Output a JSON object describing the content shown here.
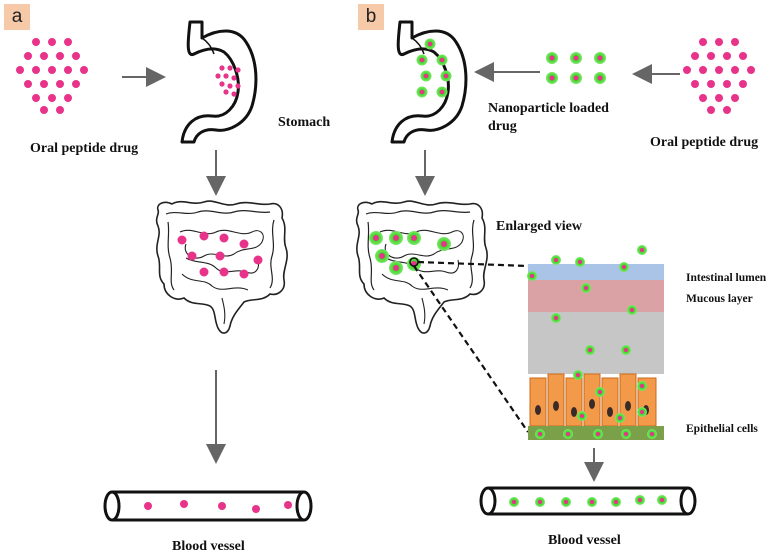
{
  "panels": {
    "a": {
      "tag": "a",
      "drug_label": "Oral peptide drug",
      "stomach_label": "Stomach",
      "vessel_label": "Blood vessel"
    },
    "b": {
      "tag": "b",
      "nanoparticle_label_line1": "Nanoparticle  loaded",
      "nanoparticle_label_line2": "drug",
      "drug_label": "Oral peptide drug",
      "enlarged_label": "Enlarged view",
      "layers": {
        "lumen": "Intestinal lumen",
        "mucous": "Mucous layer",
        "epithelial": "Epithelial cells"
      },
      "vessel_label": "Blood vessel"
    }
  },
  "colors": {
    "drug": "#e8338a",
    "nanoparticle": "#44d62c",
    "lumen": "#a9c4e6",
    "mucous": "#dba2a6",
    "middle": "#c6c6c6",
    "epithelial": "#f29a4a",
    "base": "#7aa04a",
    "tag_bg": "#f6c9a8",
    "arrow": "#666666"
  }
}
